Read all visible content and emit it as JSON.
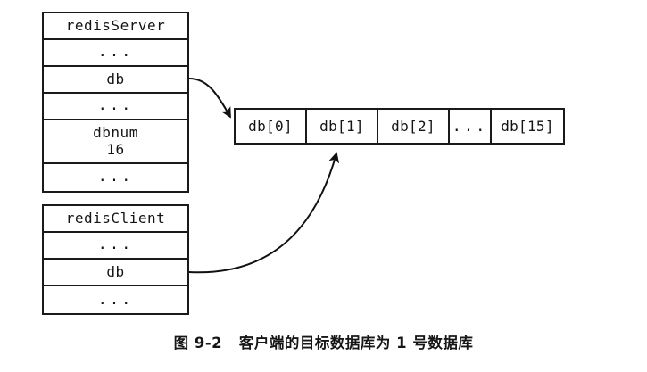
{
  "figure": {
    "caption": "图 9-2   客户端的目标数据库为 1 号数据库",
    "background_color": "#ffffff",
    "line_color": "#1a1a1a"
  },
  "redis_server": {
    "title": "redisServer",
    "rows": [
      {
        "text": "redisServer",
        "kind": "title"
      },
      {
        "text": "...",
        "kind": "ellipsis"
      },
      {
        "text": "db",
        "kind": "field"
      },
      {
        "text": "...",
        "kind": "ellipsis"
      },
      {
        "line1": "dbnum",
        "line2": "16",
        "kind": "field-value"
      },
      {
        "text": "...",
        "kind": "ellipsis"
      }
    ]
  },
  "redis_client": {
    "title": "redisClient",
    "rows": [
      {
        "text": "redisClient",
        "kind": "title"
      },
      {
        "text": "...",
        "kind": "ellipsis"
      },
      {
        "text": "db",
        "kind": "field"
      },
      {
        "text": "...",
        "kind": "ellipsis"
      }
    ]
  },
  "db_array": {
    "cells": [
      {
        "label": "db[0]",
        "kind": "entry"
      },
      {
        "label": "db[1]",
        "kind": "entry"
      },
      {
        "label": "db[2]",
        "kind": "entry"
      },
      {
        "label": "...",
        "kind": "ellipsis"
      },
      {
        "label": "db[15]",
        "kind": "entry"
      }
    ]
  },
  "arrows": [
    {
      "name": "server-db-to-array",
      "from": "redisServer.db",
      "to": "db-array-left-edge"
    },
    {
      "name": "client-db-to-db1",
      "from": "redisClient.db",
      "to": "db[1]"
    }
  ]
}
